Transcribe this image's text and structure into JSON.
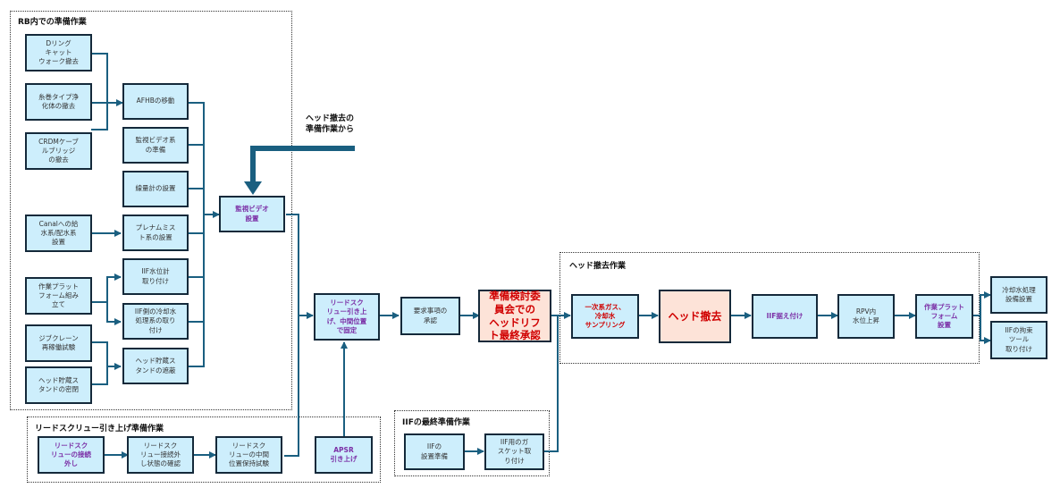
{
  "colors": {
    "connector": "#1a5f80",
    "box_fill": "#cdeefc",
    "box_border": "#14293a",
    "highlight_fill": "#fde3d8",
    "purple_text": "#7b2fa6",
    "red_text": "#d00000"
  },
  "groups": {
    "rb_prep": "RB内での準備作業",
    "leadscrew_prep": "リードスクリュー引き上げ準備作業",
    "iif_final_prep": "IIFの最終準備作業",
    "head_removal_work": "ヘッド撤去作業"
  },
  "note": "ヘッド撤去の\n準備作業から",
  "boxes": {
    "d_ring": "Dリング\nキャット\nウォーク撤去",
    "spool_purifier": "糸巻タイプ浄\n化体の撤去",
    "crdm_cable": "CRDMケーブ\nルブリッジ\nの撤去",
    "afhb_move": "AFHBの移動",
    "video_prep": "監視ビデオ系\nの準備",
    "dosimeter": "線量計の設置",
    "canal_water": "Canalへの給\n水系/配水系\n設置",
    "plenum_mist": "プレナムミス\nト系の設置",
    "iif_level_meter": "IIF水位計\n取り付け",
    "platform_assembly": "作業プラット\nフォーム組み\n立て",
    "iif_cooling": "IIF側の冷却水\n処理系の取り\n付け",
    "jib_crane": "ジブクレーン\n再稼働試験",
    "head_stand_seal": "ヘッド貯蔵ス\nタンドの密閉",
    "head_stand_shield": "ヘッド貯蔵ス\nタンドの遮蔽",
    "video_install": "監視ビデオ\n設置",
    "ls_disconnect": "リードスク\nリューの接続\n外し",
    "ls_check": "リードスク\nリュー接続外\nし状態の確認",
    "ls_hold_test": "リードスク\nリューの中間\n位置保持試験",
    "apsr_lift": "APSR\n引き上げ",
    "ls_lift_fix": "リードスク\nリュー引き上\nげ、中間位置\nで固定",
    "requirements": "要求事項の\n承認",
    "committee_approval": "準備検討委\n員会での\nヘッドリフ\nト最終承認",
    "iif_install_prep": "IIFの\n設置準備",
    "iif_gasket": "IIF用のガ\nスケット取\nり付け",
    "sampling": "一次系ガス、\n冷却水\nサンプリング",
    "head_removal": "ヘッド撤去",
    "iif_install": "IIF据え付け",
    "rpv_level": "RPV内\n水位上昇",
    "platform_install": "作業プラット\nフォーム\n設置",
    "cooling_equipment": "冷却水処理\n設備設置",
    "iif_restraint": "IIFの拘束\nツール\n取り付け"
  }
}
